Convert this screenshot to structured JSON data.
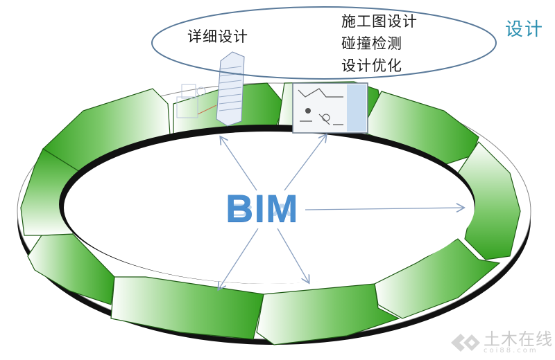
{
  "diagram": {
    "center_label": "BIM",
    "phase_title": "设计",
    "callout": {
      "left_item": "详细设计",
      "right_items": [
        "施工图设计",
        "碰撞检测",
        "设计优化"
      ]
    },
    "ring": {
      "segment_count": 10,
      "segment_color": "#3aa82a",
      "segment_fade": "#ffffff",
      "base_color": "#111111"
    },
    "arrows_from_center": 5,
    "icons": [
      "building-tower-icon",
      "floor-plan-icon"
    ],
    "colors": {
      "bim_text": "#4a8fd0",
      "phase_title": "#2a8fb0",
      "callout_outline": "#5a7a9a",
      "arrow": "#8aa0c0"
    }
  },
  "watermark": {
    "text": "土木在线",
    "sub": "coi88.com"
  }
}
